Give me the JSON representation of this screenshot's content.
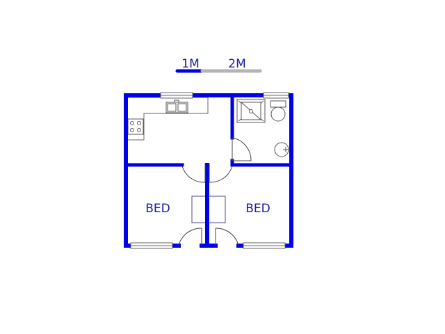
{
  "scale": {
    "label_1": "1M",
    "label_2": "2M",
    "color_primary": "#0000e6",
    "color_secondary": "#b4b4b4"
  },
  "rooms": [
    {
      "label": "BED"
    },
    {
      "label": "BED"
    }
  ],
  "colors": {
    "wall": "#0000e6",
    "fixture": "#555555",
    "window": "#666666",
    "label": "#1a1aa6"
  }
}
